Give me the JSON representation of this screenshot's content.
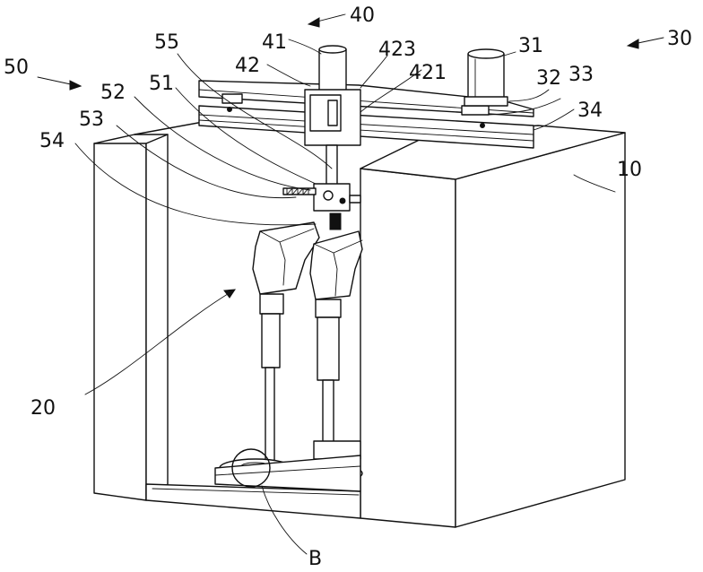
{
  "labels": {
    "l10": "10",
    "l20": "20",
    "l30": "30",
    "l31": "31",
    "l32": "32",
    "l33": "33",
    "l34": "34",
    "l40": "40",
    "l41": "41",
    "l42": "42",
    "l421": "421",
    "l423": "423",
    "l50": "50",
    "l51": "51",
    "l52": "52",
    "l53": "53",
    "l54": "54",
    "l55": "55",
    "lB": "B"
  }
}
